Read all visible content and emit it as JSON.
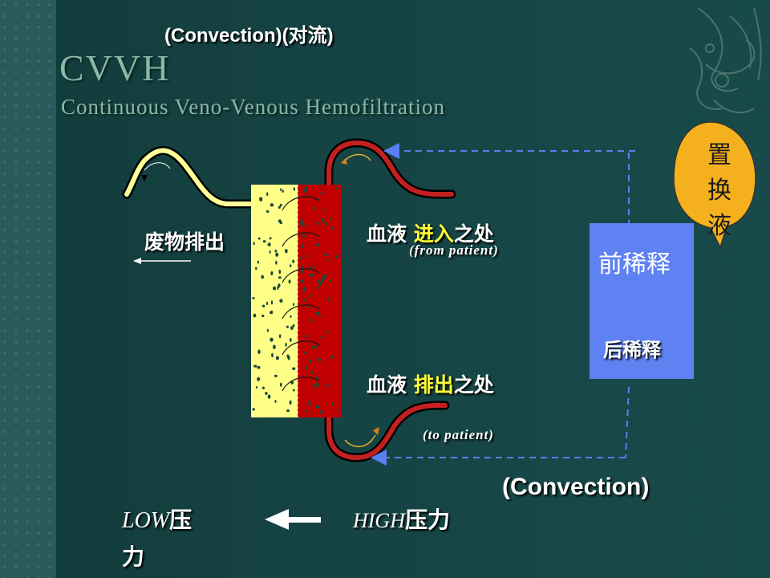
{
  "header": {
    "subtitle_top": "(Convection)(对流)",
    "title": "CVVH",
    "subtitle": "Continuous Veno-Venous Hemofiltration"
  },
  "labels": {
    "waste_out": "废物排出",
    "blood_in_prefix": "血液 ",
    "blood_in_highlight": "进入",
    "blood_in_suffix": "之处",
    "from_patient": "(from patient)",
    "blood_out_prefix": "血液 ",
    "blood_out_highlight": "排出",
    "blood_out_suffix": "之处",
    "to_patient": "(to patient)",
    "replacement_fluid_1": "置",
    "replacement_fluid_2": "换",
    "replacement_fluid_3": "液",
    "pre_dilution": "前稀释",
    "post_dilution": "后稀释",
    "convection": "(Convection)",
    "low_word": "LOW",
    "low_pressure_1": "压",
    "low_pressure_2": "力",
    "high_word": "HIGH",
    "high_pressure": "压力"
  },
  "colors": {
    "title_teal": "#8ab8a6",
    "yellow_compartment": "#ffff88",
    "red_compartment": "#c00000",
    "tube_red": "#c42020",
    "callout_orange": "#f5b11d",
    "dilution_box_blue": "#5f82f2",
    "highlight_yellow": "#ffff33"
  }
}
